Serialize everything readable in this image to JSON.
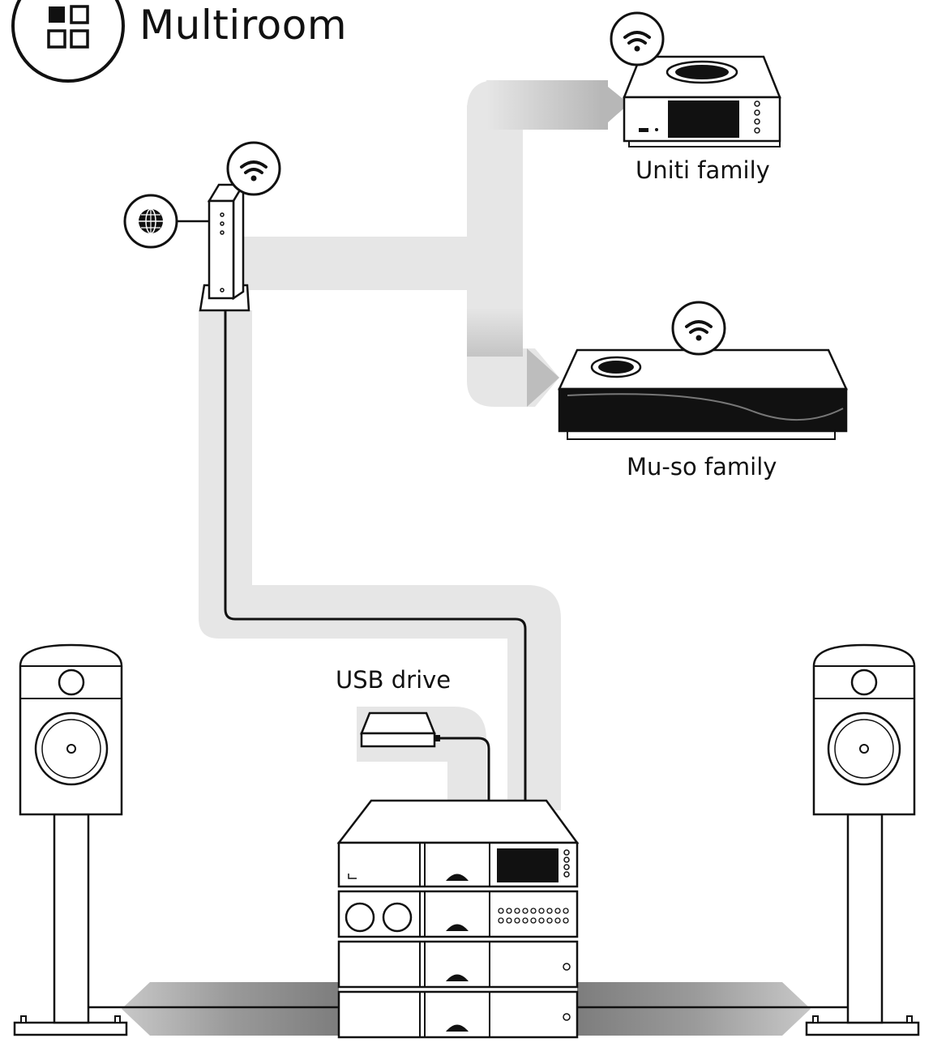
{
  "title": "Multiroom",
  "labels": {
    "uniti": "Uniti family",
    "muso": "Mu-so family",
    "usb": "USB drive"
  },
  "icons": {
    "multiroom": "multiroom-grid-icon",
    "wifi": "wifi-icon",
    "internet": "globe-icon"
  },
  "colors": {
    "ink": "#111111",
    "flow": "#e6e6e6",
    "background": "#ffffff"
  }
}
